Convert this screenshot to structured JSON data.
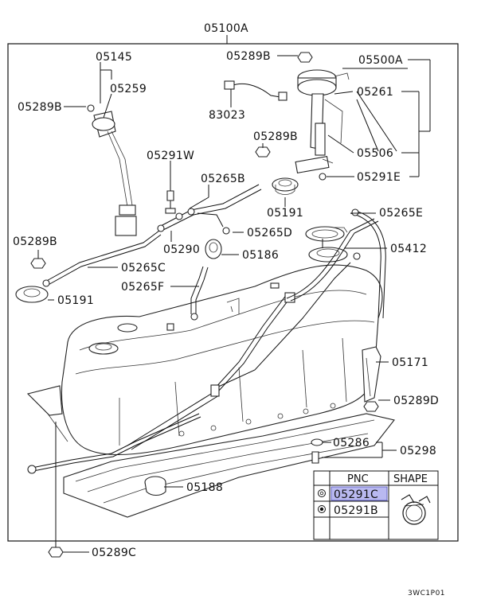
{
  "callouts": {
    "assembly": "05100A",
    "c05289B_top": "05289B",
    "c05500A": "05500A",
    "c05145": "05145",
    "c05259": "05259",
    "c05289B_left": "05289B",
    "c83023": "83023",
    "c05261": "05261",
    "c05289B_mid": "05289B",
    "c05506": "05506",
    "c05291W": "05291W",
    "c05265B": "05265B",
    "c05291E": "05291E",
    "c05191_top": "05191",
    "c05265E": "05265E",
    "c05289B_lower": "05289B",
    "c05265D": "05265D",
    "c05290": "05290",
    "c05412": "05412",
    "c05186": "05186",
    "c05265C": "05265C",
    "c05265F": "05265F",
    "c05191_left": "05191",
    "c05171": "05171",
    "c05289D": "05289D",
    "c05286": "05286",
    "c05298": "05298",
    "c05188": "05188",
    "c05289C": "05289C"
  },
  "legend": {
    "header_pnc": "PNC",
    "header_shape": "SHAPE",
    "row1_part": "05291C",
    "row2_part": "05291B",
    "highlight_color": "#b9b9f0"
  },
  "footer": {
    "code": "3WC1P01"
  }
}
